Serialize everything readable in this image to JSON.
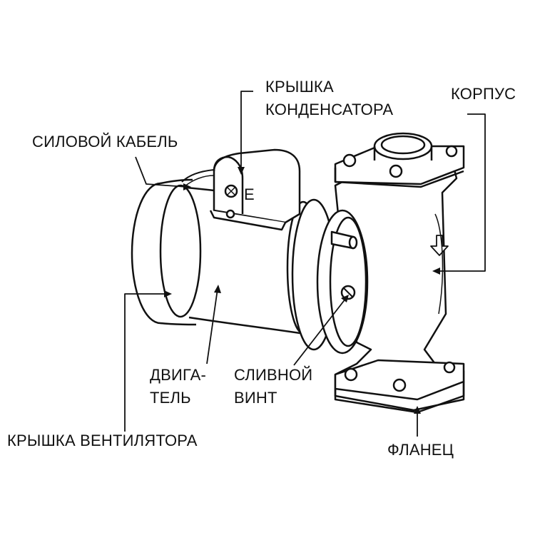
{
  "labels": {
    "capacitor_cover": [
      "КРЫШКА",
      "КОНДЕНСАТОРА"
    ],
    "housing": "КОРПУС",
    "power_cable": "СИЛОВОЙ КАБЕЛЬ",
    "motor": [
      "ДВИГА-",
      "ТЕЛЬ"
    ],
    "drain_screw": [
      "СЛИВНОЙ",
      "ВИНТ"
    ],
    "fan_cover": "КРЫШКА ВЕНТИЛЯТОРА",
    "flange": "ФЛАНЕЦ"
  },
  "terminal_mark": "E"
}
